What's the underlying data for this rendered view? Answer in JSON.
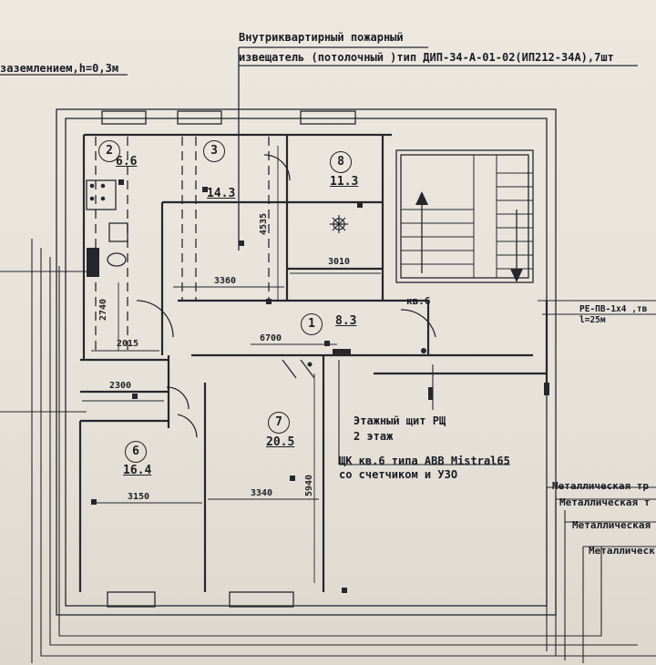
{
  "annotations": {
    "grounding": "заземлением,h=0,3м",
    "detector_line1": "Внутриквартирный пожарный",
    "detector_line2": "извещатель (потолочный )тип ДИП-34-А-01-02(ИП212-34А),7шт",
    "cable_line1": "РЕ-ПВ-1х4 ,тв",
    "cable_line2": "l=25м",
    "floor_panel_line1": "Этажный щит РЩ",
    "floor_panel_line2": "2 этаж",
    "apt_panel_line1": "ЩК кв.6 типа ABB Mistral65",
    "apt_panel_line2": "со счетчиком и УЗО",
    "apartment": "кв.6"
  },
  "rooms": [
    {
      "num": "2",
      "area": "6.6"
    },
    {
      "num": "3",
      "area": "14.3"
    },
    {
      "num": "8",
      "area": "11.3"
    },
    {
      "num": "1",
      "area": "8.3"
    },
    {
      "num": "6",
      "area": "16.4"
    },
    {
      "num": "7",
      "area": "20.5"
    }
  ],
  "dimensions": {
    "d4535": "4535",
    "d3010": "3010",
    "d3360": "3360",
    "d2740": "2740",
    "d6700": "6700",
    "d2015": "2015",
    "d2300": "2300",
    "d3150": "3150",
    "d3340": "3340",
    "d5940": "5940"
  },
  "legend": [
    "Металлическая тр",
    "Металлическая т",
    "Металлическая",
    "Металлическ"
  ]
}
